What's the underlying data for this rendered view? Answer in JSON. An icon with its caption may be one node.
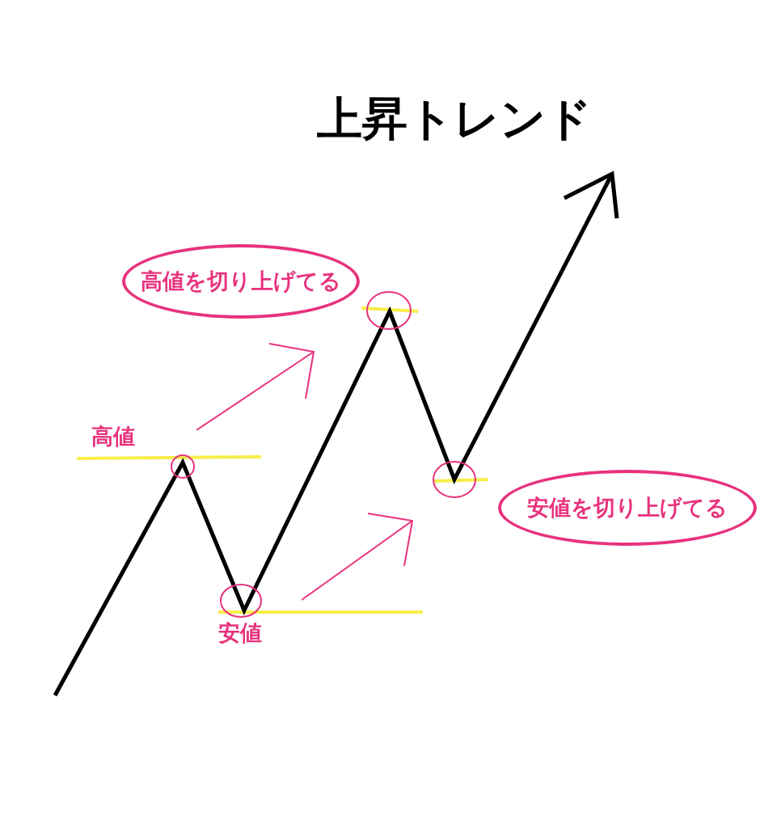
{
  "diagram": {
    "title": "上昇トレンド",
    "nodes": [
      {
        "text": [
          "高値を切り上げてる"
        ]
      },
      {
        "text": [
          "安値を切り上げてる"
        ]
      }
    ],
    "labels": [
      "高値",
      "安値"
    ]
  }
}
